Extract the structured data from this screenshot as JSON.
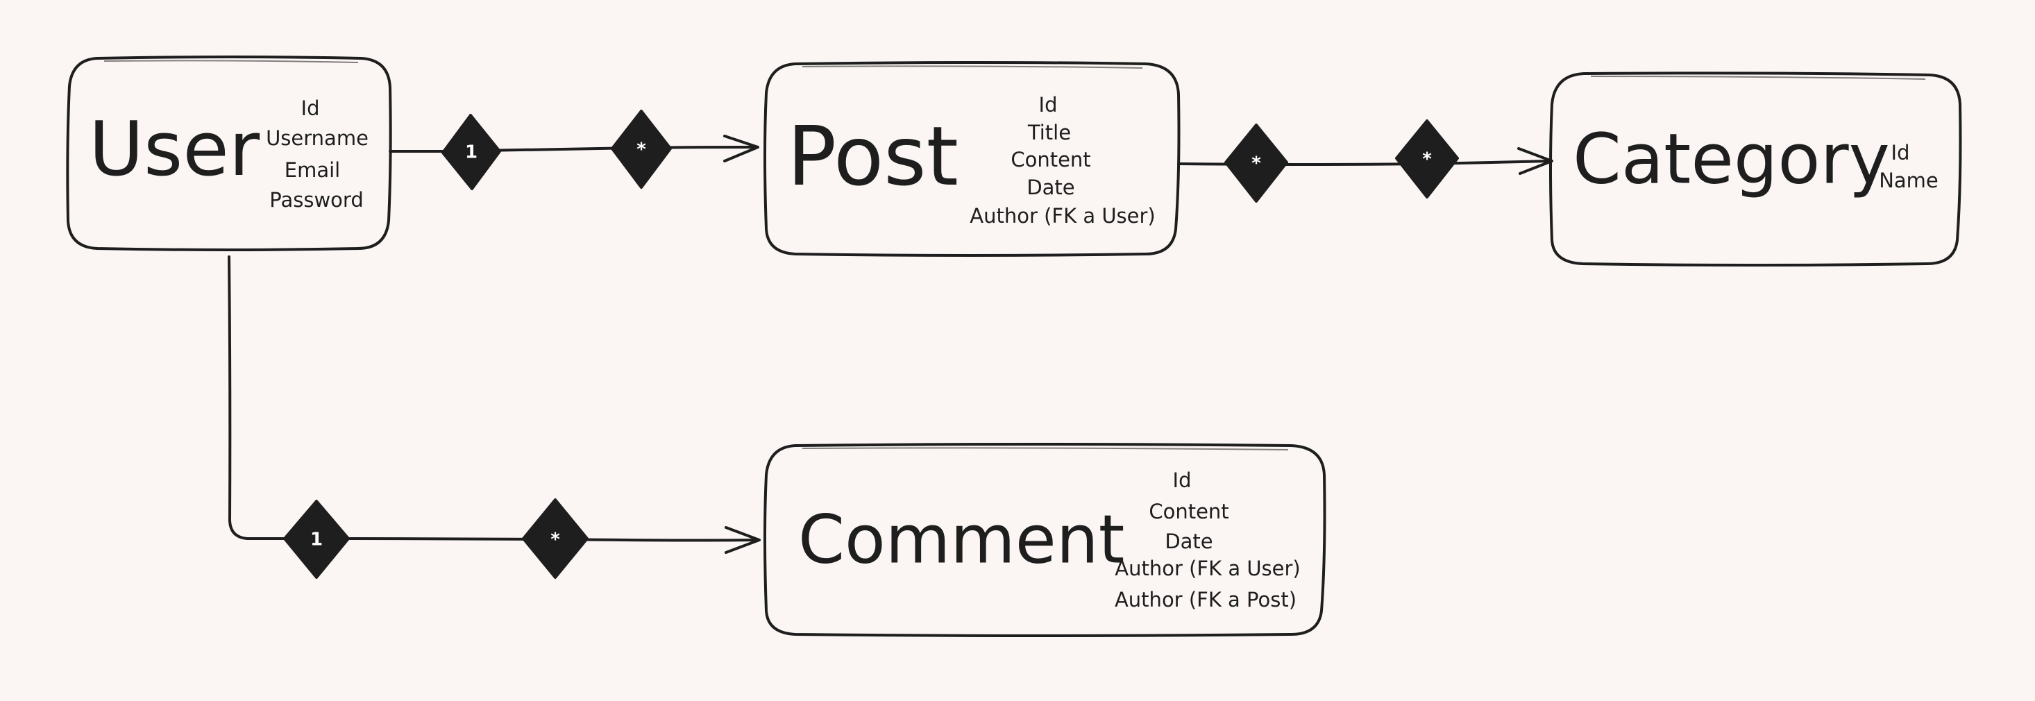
{
  "entities": {
    "user": {
      "title": "User",
      "attributes": [
        "Id",
        "Username",
        "Email",
        "Password"
      ]
    },
    "post": {
      "title": "Post",
      "attributes": [
        "Id",
        "Title",
        "Content",
        "Date",
        "Author (FK a User)"
      ]
    },
    "category": {
      "title": "Category",
      "attributes": [
        "Id",
        "Name"
      ]
    },
    "comment": {
      "title": "Comment",
      "attributes": [
        "Id",
        "Content",
        "Date",
        "Author (FK a User)",
        "Author (FK a Post)"
      ]
    }
  },
  "relationships": {
    "user_post": {
      "source_multiplicity": "1",
      "target_multiplicity": "*"
    },
    "post_category": {
      "source_multiplicity": "*",
      "target_multiplicity": "*"
    },
    "user_comment": {
      "source_multiplicity": "1",
      "target_multiplicity": "*"
    }
  }
}
